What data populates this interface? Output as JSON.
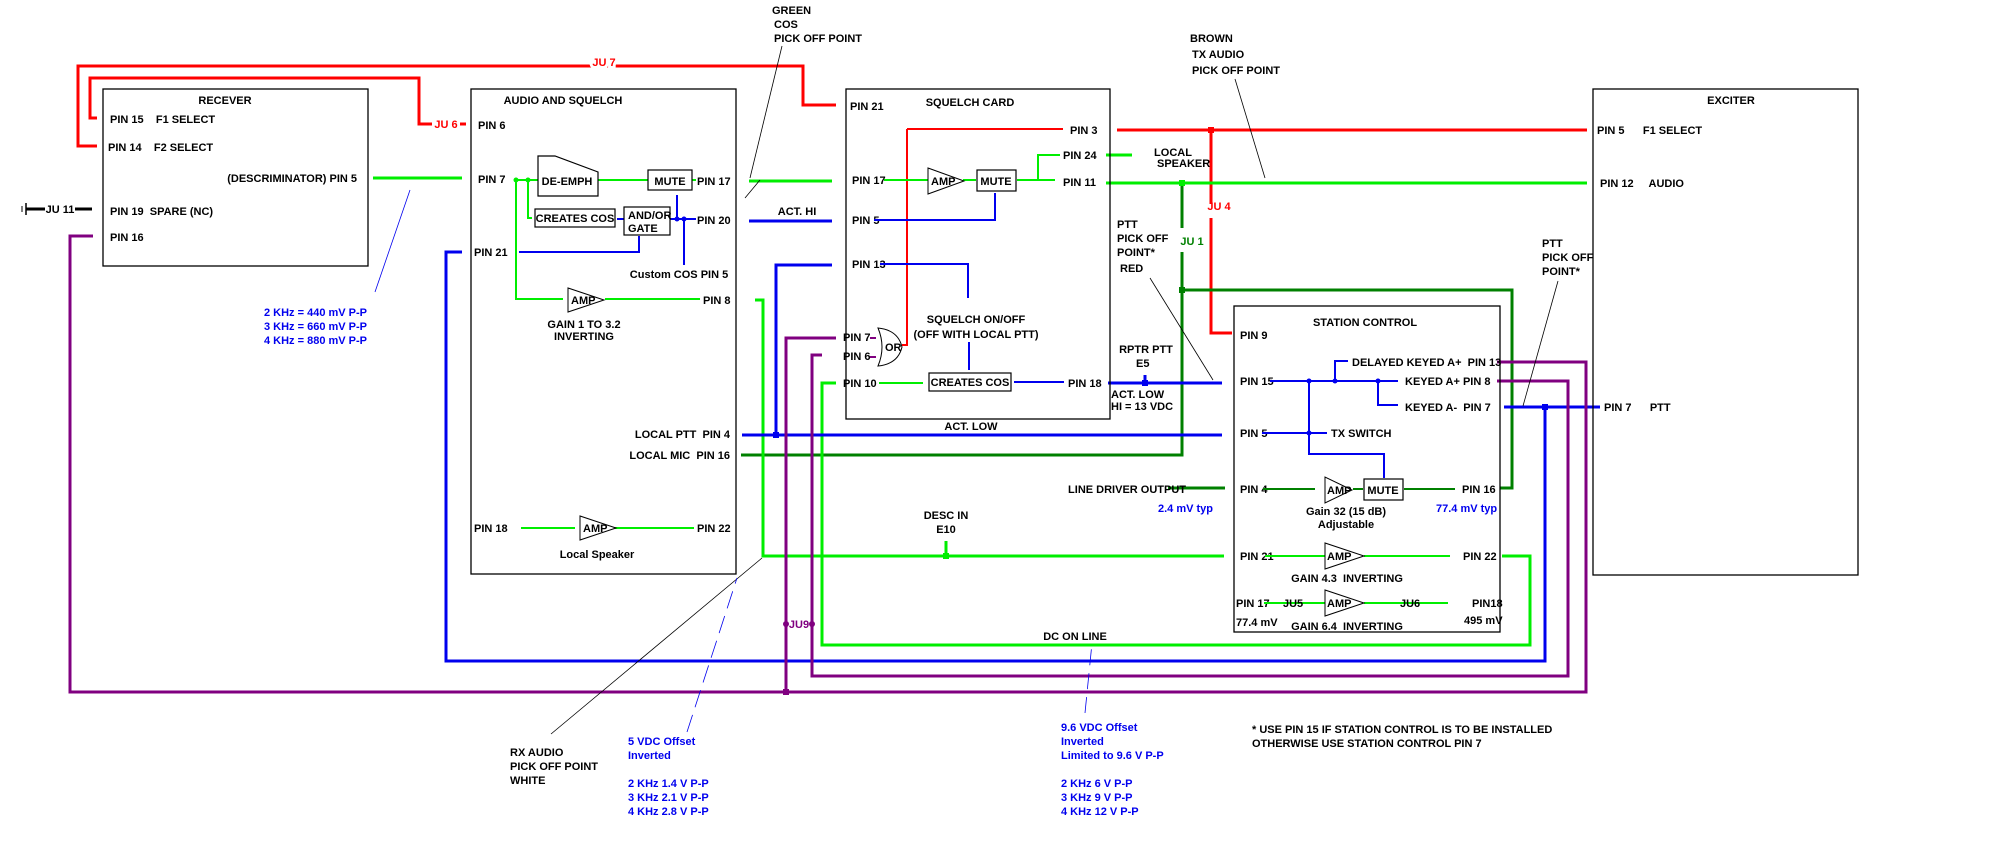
{
  "modules": {
    "receiver": {
      "title": "RECEVER",
      "pins": [
        "PIN 15    F1 SELECT",
        "PIN 14    F2 SELECT",
        "(DESCRIMINATOR) PIN 5",
        "PIN 19  SPARE (NC)",
        "PIN 16"
      ]
    },
    "audio_squelch": {
      "title": "AUDIO AND SQUELCH",
      "pins": {
        "pin6": "PIN 6",
        "pin7": "PIN 7",
        "pin17": "PIN 17",
        "pin20": "PIN 20",
        "pin21": "PIN 21",
        "pin8": "PIN 8",
        "local_ptt": "LOCAL PTT  PIN 4",
        "local_mic": "LOCAL MIC  PIN 16",
        "pin18": "PIN 18",
        "pin22": "PIN 22"
      },
      "blocks": {
        "de_emph": "DE-EMPH",
        "mute": "MUTE",
        "creates_cos": "CREATES COS",
        "and_or_1": "AND/OR",
        "and_or_2": "GATE",
        "amp": "AMP",
        "custom_cos": "Custom COS PIN 5",
        "gain_1": "GAIN 1 TO 3.2",
        "gain_2": "INVERTING",
        "local_speaker": "Local Speaker"
      }
    },
    "squelch_card": {
      "title": "SQUELCH CARD",
      "pins": {
        "pin21": "PIN 21",
        "pin3": "PIN 3",
        "pin24": "PIN 24",
        "pin17": "PIN 17",
        "pin11": "PIN 11",
        "pin5": "PIN 5",
        "pin13": "PIN 13",
        "pin7": "PIN 7",
        "pin6": "PIN 6",
        "pin10": "PIN 10",
        "pin18": "PIN 18"
      },
      "blocks": {
        "amp": "AMP",
        "mute": "MUTE",
        "or": "OR",
        "creates_cos": "CREATES COS",
        "squelch_onoff_1": "SQUELCH ON/OFF",
        "squelch_onoff_2": "(OFF WITH LOCAL PTT)"
      }
    },
    "station_control": {
      "title": "STATION CONTROL",
      "pins": {
        "pin9": "PIN 9",
        "pin15": "PIN 15",
        "pin13": "DELAYED KEYED A+  PIN 13",
        "pin8": "KEYED A+ PIN 8",
        "pin7": "KEYED A-  PIN 7",
        "pin5": "PIN 5",
        "tx_switch": "TX SWITCH",
        "pin4": "PIN 4",
        "pin16": "PIN 16",
        "pin21": "PIN 21",
        "pin22": "PIN 22",
        "pin17": "PIN 17",
        "pin18": "PIN18",
        "ju5": "JU5",
        "ju6": "JU6"
      },
      "blocks": {
        "amp": "AMP",
        "mute": "MUTE",
        "gain32_1": "Gain 32 (15 dB)",
        "gain32_2": "Adjustable",
        "gain43": "GAIN 4.3  INVERTING",
        "gain64": "GAIN 6.4  INVERTING",
        "mv_in": "77.4 mV",
        "mv_out": "495 mV"
      }
    },
    "exciter": {
      "title": "EXCITER",
      "pins": [
        "PIN 5      F1 SELECT",
        "PIN 12     AUDIO",
        "PIN 7      PTT"
      ]
    }
  },
  "jumpers": {
    "ju7": "JU 7",
    "ju6": "JU 6",
    "ju11": "JU 11",
    "ju4": "JU 4",
    "ju1": "JU 1",
    "ju9": "JU9"
  },
  "labels": {
    "green_cos": [
      "GREEN",
      "COS",
      "PICK OFF POINT"
    ],
    "brown_tx": [
      "BROWN",
      "TX AUDIO",
      "PICK OFF POINT"
    ],
    "local_speaker": [
      "LOCAL",
      "SPEAKER"
    ],
    "act_hi": "ACT. HI",
    "act_low_1": "ACT. LOW",
    "act_low_2": "ACT. LOW",
    "hi_13": "HI = 13 VDC",
    "rptr_ptt": [
      "RPTR PTT",
      "E5"
    ],
    "ptt_red": [
      "PTT",
      "PICK OFF",
      "POINT*",
      "RED"
    ],
    "ptt_right": [
      "PTT",
      "PICK OFF",
      "POINT*"
    ],
    "line_driver": "LINE DRIVER OUTPUT",
    "line_driver_mv": "2.4 mV typ",
    "pin16_mv": "77.4 mV typ",
    "desc_in": [
      "DESC IN",
      "E10"
    ],
    "dc_on_line": "DC ON LINE",
    "rx_audio": [
      "RX AUDIO",
      "PICK OFF POINT",
      "WHITE"
    ],
    "disc_levels": [
      "2 KHz = 440 mV P-P",
      "3 KHz = 660 mV P-P",
      "4 KHz = 880 mV P-P"
    ],
    "rx_offset": [
      "5 VDC Offset",
      "Inverted",
      "",
      "2 KHz 1.4 V P-P",
      "3 KHz 2.1 V P-P",
      "4 KHz 2.8 V P-P"
    ],
    "dc_offset": [
      "9.6 VDC Offset",
      "Inverted",
      "Limited to 9.6 V P-P",
      "",
      "2 KHz 6 V P-P",
      "3 KHz 9 V P-P",
      "4 KHz 12 V P-P"
    ],
    "footnote": [
      "* USE PIN 15 IF STATION CONTROL IS TO BE INSTALLED",
      "OTHERWISE USE STATION CONTROL PIN 7"
    ]
  },
  "colors": {
    "red": "#ff0000",
    "green": "#00ee00",
    "dark_green": "#008000",
    "blue": "#0000ee",
    "purple": "#800080"
  }
}
